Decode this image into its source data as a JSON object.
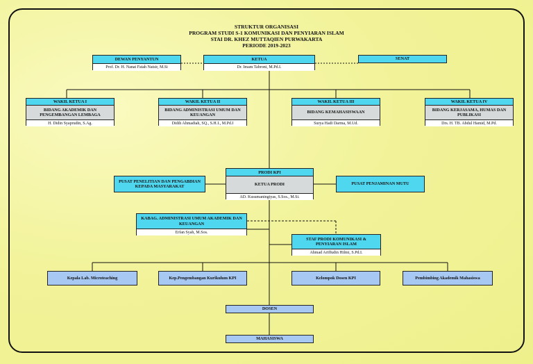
{
  "title": {
    "line1": "STRUKTUR ORGANISASI",
    "line2": "PROGRAM STUDI S-1 KOMUNIKASI DAN PENYIARAN ISLAM",
    "line3": "STAI DR. KHEZ MUTTAQIEN PURWAKARTA",
    "line4": "PERIODE 2019-2023"
  },
  "dewan": {
    "role": "DEWAN PENYANTUN",
    "name": "Prof. Dr. H. Nanat Fatah Natsir, M.Si"
  },
  "ketua": {
    "role": "KETUA",
    "name": "Dr. Imam Tabroni, M.Pd.I."
  },
  "senat": {
    "role": "SENAT"
  },
  "wakil1": {
    "role": "WAKIL KETUA I",
    "field": "BIDANG AKADEMIK DAN PENGEMBANGAN LEMBAGA",
    "name": "H. Didin Syaprudin, S.Ag."
  },
  "wakil2": {
    "role": "WAKIL KETUA II",
    "field": "BIDANG ADMINISTRASI UMUM DAN KEUANGAN",
    "name": "Didih Ahmadiah, SQ., S.H.I., M.Pd.I"
  },
  "wakil3": {
    "role": "WAKIL KETUA III",
    "field": "BIDANG KEMAHASISWAAN",
    "name": "Surya Hadi Darma, M.Ud."
  },
  "wakil4": {
    "role": "WAKIL KETUA IV",
    "field": "BIDANG KERJASAMA, HUMAS DAN PUBLIKASI",
    "name": "Drs. H. TB. Abdul Hamid, M.Pd."
  },
  "prodi": {
    "role": "PRODI KPI",
    "field": "KETUA PRODI",
    "name": "AD. Kusumaningtyas, S.Sos., M.Si."
  },
  "p3m": {
    "label": "PUSAT PENELITIAN DAN PENGABDIAN KEPADA MASYARAKAT"
  },
  "ppm": {
    "label": "PUSAT PENJAMINAN MUTU"
  },
  "kabag": {
    "role": "KABAG. ADMINISTRASI UMUM AKADEMIK DAN KEUANGAN",
    "name": "Erfan Syah, M.Sos."
  },
  "staf": {
    "role": "STAF PRODI KOMUNIKASI & PENYIARAN ISLAM",
    "name": "Ahmad Ariffudin Hilmi, S.Pd.I."
  },
  "units": [
    {
      "label": "Kepala Lab. Microteaching"
    },
    {
      "label": "Kep.Pengembangan Kurikulum KPI"
    },
    {
      "label": "Kelompok Dosen KPI"
    },
    {
      "label": "Pembimbing Akademik Mahasiswa"
    }
  ],
  "dosen": {
    "label": "DOSEN"
  },
  "mahasiswa": {
    "label": "MAHASISWA"
  }
}
